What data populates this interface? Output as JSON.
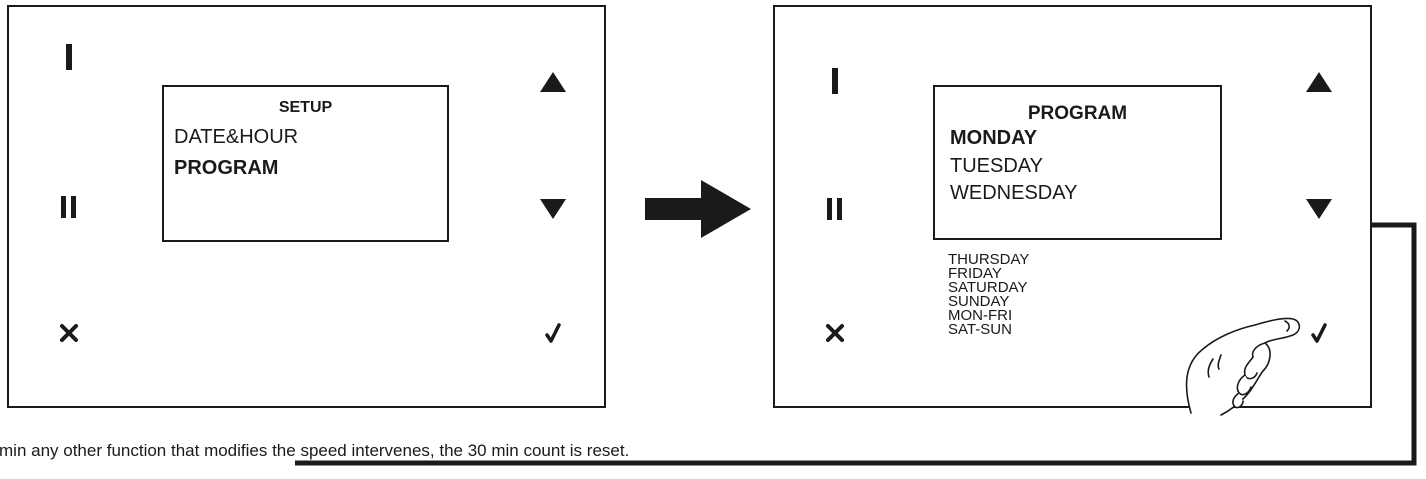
{
  "left_panel": {
    "lcd": {
      "title": "SETUP",
      "items": [
        {
          "label": "DATE&HOUR",
          "bold": false
        },
        {
          "label": "PROGRAM",
          "bold": true
        }
      ]
    },
    "buttons": {
      "b1_icon": "speed-1-icon",
      "b2_icon": "speed-2-icon",
      "cancel_icon": "cancel-x-icon",
      "up_icon": "up-triangle-icon",
      "down_icon": "down-triangle-icon",
      "confirm_icon": "checkmark-icon"
    }
  },
  "transition_arrow_icon": "right-arrow-icon",
  "right_panel": {
    "lcd": {
      "title": "PROGRAM",
      "items": [
        {
          "label": "MONDAY",
          "bold": true
        },
        {
          "label": "TUESDAY",
          "bold": false
        },
        {
          "label": "WEDNESDAY",
          "bold": false
        }
      ]
    },
    "more_options": [
      "THURSDAY",
      "FRIDAY",
      "SATURDAY",
      "SUNDAY",
      "MON-FRI",
      "SAT-SUN"
    ],
    "hand_icon": "finger-pressing-icon"
  },
  "caption": "min any other function that modifies the speed intervenes, the 30 min count is reset."
}
